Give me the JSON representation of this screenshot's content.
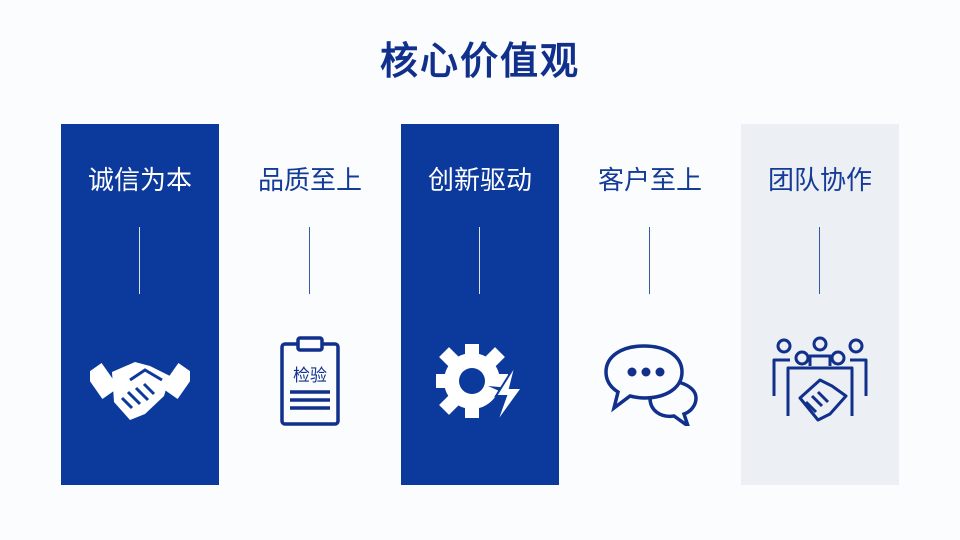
{
  "title": "核心价值观",
  "columns": [
    {
      "label": "诚信为本",
      "icon": "handshake-icon",
      "style": "blue"
    },
    {
      "label": "品质至上",
      "icon": "clipboard-inspection-icon",
      "icon_text": "检验",
      "style": "white"
    },
    {
      "label": "创新驱动",
      "icon": "gear-lightning-icon",
      "style": "blue"
    },
    {
      "label": "客户至上",
      "icon": "chat-bubbles-icon",
      "style": "white"
    },
    {
      "label": "团队协作",
      "icon": "team-handshake-icon",
      "style": "grey"
    }
  ],
  "colors": {
    "primary": "#0c3a9c",
    "title": "#10308c",
    "grey_panel": "#eceff3"
  }
}
